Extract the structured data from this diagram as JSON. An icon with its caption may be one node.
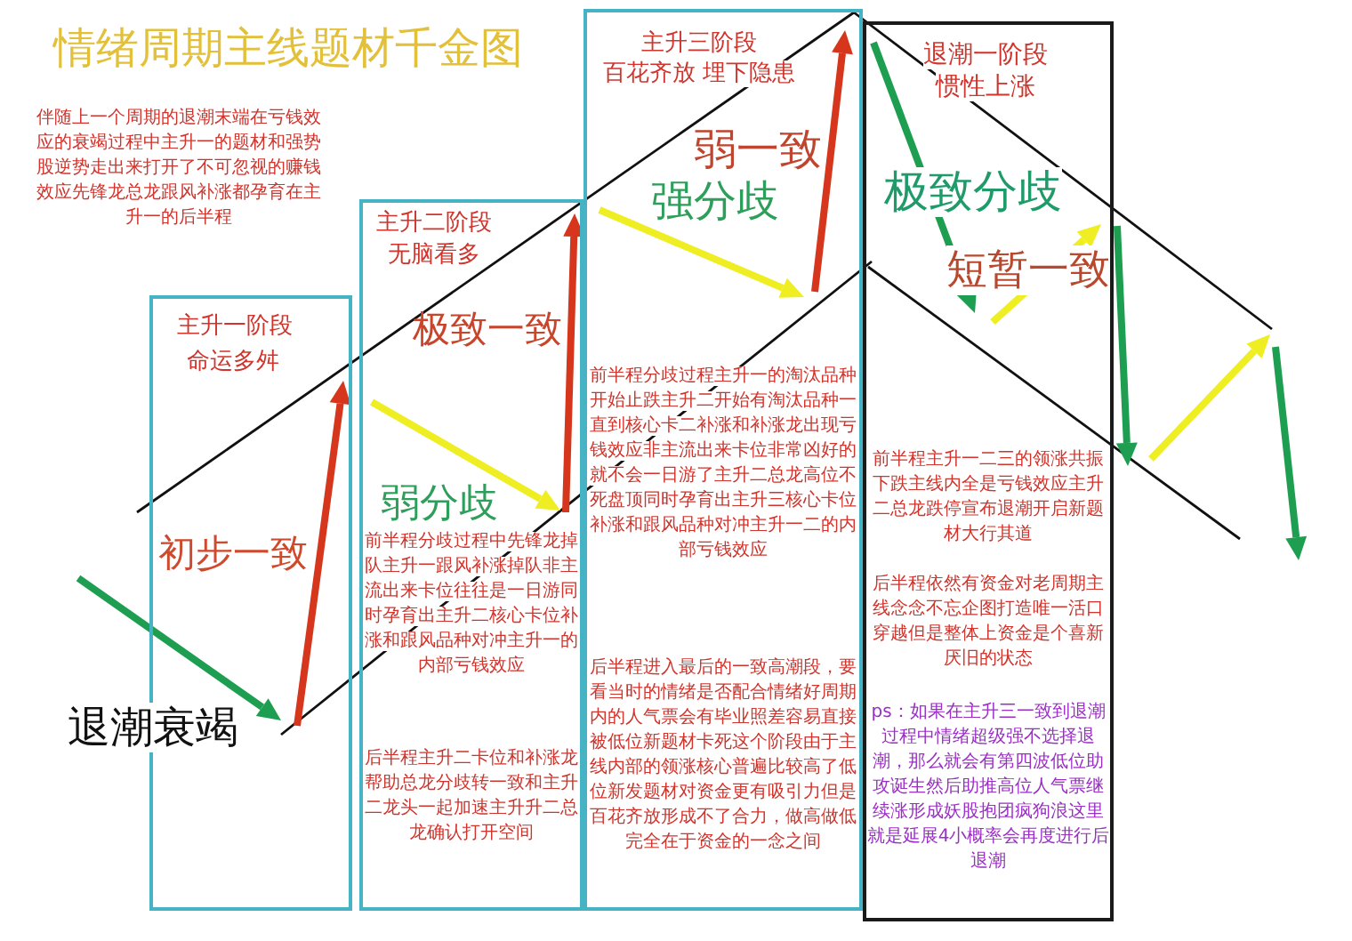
{
  "diagram": {
    "title": "情绪周期主线题材千金图",
    "nodes": [
      {
        "text": [
          "主升一阶段",
          "命运多舛"
        ]
      },
      {
        "text": [
          "主升二阶段",
          "无脑看多",
          "前半程分歧过程中先锋龙掉队主升一跟风补涨掉队非主流出来卡位往往是一日游同时孕育出主升二核心卡位补涨和跟风品种对冲主升一的内部亏钱效应",
          "后半程主升二卡位和补涨龙帮助总龙分歧转一致和主升二龙头一起加速主升升二总龙确认打开空间"
        ]
      },
      {
        "text": [
          "主升三阶段",
          "百花齐放 埋下隐患",
          "前半程分歧过程主升一的淘汰品种开始止跌主升二开始有淘汰品种一直到核心卡二补涨和补涨龙出现亏钱效应非主流出来卡位非常凶好的就不会一日游了主升二总龙高位不死盘顶同时孕育出主升三核心卡位补涨和跟风品种对冲主升一二的内部亏钱效应",
          "后半程进入最后的一致高潮段，要看当时的情绪是否配合情绪好周期内的人气票会有毕业照差容易直接被低位新题材卡死这个阶段由于主线内部的领涨核心普遍比较高了低位新发题材对资金更有吸引力但是百花齐放形成不了合力，做高做低完全在于资金的一念之间"
        ]
      },
      {
        "text": [
          "退潮一阶段",
          "惯性上涨",
          "前半程主升一二三的领涨共振下跌主线内全是亏钱效应主升二总龙跌停宣布退潮开启新题材大行其道",
          "后半程依然有资金对老周期主线念念不忘企图打造唯一活口穿越但是整体上资金是个喜新厌旧的状态",
          "ps：如果在主升三一致到退潮过程中情绪超级强不选择退潮，那么就会有第四波低位助攻诞生然后助推高位人气票继续涨形成妖股抱团疯狗浪这里就是延展4小概率会再度进行后退潮"
        ]
      }
    ],
    "labels": [
      "伴随上一个周期的退潮末端在亏钱效应的衰竭过程中主升一的题材和强势股逆势走出来打开了不可忽视的赚钱效应先锋龙总龙跟风补涨都孕育在主升一的后半程",
      "初步一致",
      "退潮衰竭",
      "极致一致",
      "弱分歧",
      "弱一致",
      "强分歧",
      "极致分歧",
      "短暂一致"
    ]
  }
}
